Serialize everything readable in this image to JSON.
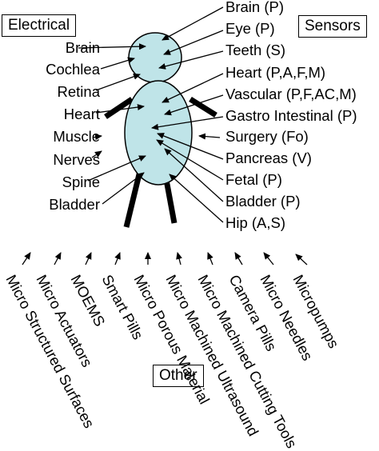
{
  "boxes": {
    "electrical": "Electrical",
    "sensors": "Sensors",
    "other": "Other"
  },
  "electrical_items": [
    "Brain",
    "Cochlea",
    "Retina",
    "Heart",
    "Muscle",
    "Nerves",
    "Spine",
    "Bladder"
  ],
  "sensor_items": [
    "Brain (P)",
    "Eye (P)",
    "Teeth (S)",
    "Heart (P,A,F,M)",
    "Vascular (P,F,AC,M)",
    "Gastro Intestinal (P)",
    "Surgery (Fo)",
    "Pancreas (V)",
    "Fetal (P)",
    "Bladder (P)",
    "Hip (A,S)"
  ],
  "other_items": [
    "Micro Structured Surfaces",
    "Micro Actuators",
    "MOEMS",
    "Smart Pills",
    "Micro Porous Material",
    "Micro Machined Ultrasound",
    "Micro Machined Cutting Tools",
    "Camera Pills",
    "Micro Needles",
    "Micropumps"
  ],
  "colors": {
    "body_fill": "#bfe4e8",
    "outline": "#000000"
  }
}
